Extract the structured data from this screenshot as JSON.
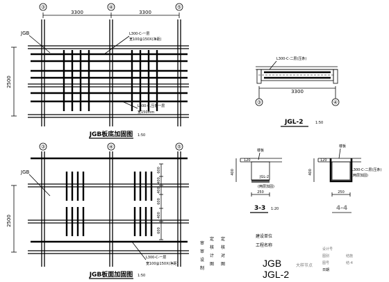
{
  "plan_top": {
    "title": "JGB板底加固图",
    "scale": "1:50",
    "axes": [
      "③",
      "④",
      "⑤"
    ],
    "dims_top": [
      "3300",
      "3300"
    ],
    "dim_side": "2500",
    "slab_label": "JGB",
    "note1_line1": "L300-C-一层",
    "note1_line2": "宽100@150X(净距)",
    "note2_line1": "L300-C,压条一层",
    "note2_line2": "宽150mm"
  },
  "plan_bottom": {
    "title": "JGB板面加固图",
    "scale": "1:50",
    "axes": [
      "③",
      "④",
      "⑤"
    ],
    "dim_side": "2500",
    "slab_label": "JGB",
    "right_dims": [
      "600",
      "400",
      "400",
      "600",
      "400",
      "600"
    ],
    "note1_line1": "L300-C-一层",
    "note1_line2": "宽100@150X(净距)"
  },
  "section_jgl": {
    "title": "JGL-2",
    "scale": "1:50",
    "note": "L300-C-二层(压条)",
    "dim": "3300",
    "axes": [
      "③",
      "④"
    ]
  },
  "section_33": {
    "title": "3-3",
    "scale": "1:20",
    "label_slab": "楼板",
    "label_beam": "JGL-2",
    "label_note": "(两层加固)",
    "dim_h": "400",
    "dim_t": "120",
    "dim_w": "250"
  },
  "section_44": {
    "title": "4-4",
    "scale": "1:20",
    "label_slab": "楼板",
    "note": "L300-C-二层(压条)",
    "label_note2": "(两层加固)",
    "dim_h": "400",
    "dim_t": "120",
    "dim_w": "250"
  },
  "title_block": {
    "left_col": [
      "审",
      "审",
      "设",
      "制"
    ],
    "mid_col1": [
      "定",
      "核",
      "计",
      "图"
    ],
    "mid_col2": [
      "定",
      "核",
      "对",
      "图"
    ],
    "unit_label": "建设单位",
    "project_label": "工程名称",
    "drawing_name1": "JGB",
    "drawing_name2": "JGL-2",
    "drawing_name_caption": "大样节点",
    "right_labels": [
      "设计号",
      "图别",
      "图号",
      "日期"
    ],
    "right_values": [
      "",
      "结施",
      "结-4",
      ""
    ]
  }
}
